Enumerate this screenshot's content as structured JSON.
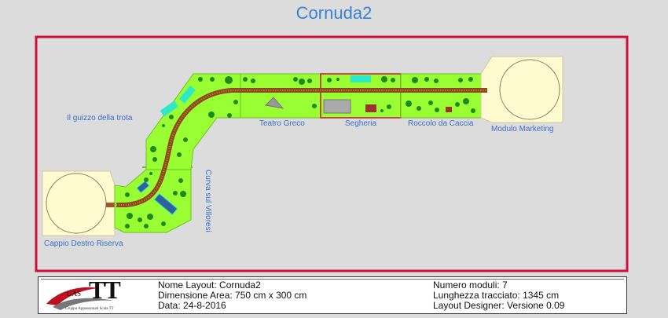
{
  "title": "Cornuda2",
  "modules": {
    "guizzo": "Il guizzo della trota",
    "teatro": "Teatro Greco",
    "segheria": "Segheria",
    "roccolo": "Roccolo da Caccia",
    "marketing": "Modulo Marketing",
    "curva": "Curva sul Villoresi",
    "cappio": "Cappio Destro Riserva"
  },
  "info": {
    "nome": "Nome Layout: Cornuda2",
    "dimensione": "Dimensione Area: 750 cm x 300 cm",
    "data": "Data: 24-8-2016",
    "numero": "Numero moduli: 7",
    "lunghezza": "Lunghezza tracciato: 1345 cm",
    "designer": "Layout Designer: Versione 0.09"
  },
  "logo": {
    "brand": "TT",
    "gas": "GAS",
    "subtitle": "Gruppo Appassionati Scala TT"
  },
  "colors": {
    "title": "#3a82d6",
    "area_border": "#d0103a",
    "module_fill": "#99ff33",
    "loop_fill": "#fffbd0",
    "track": "#9a5a2a",
    "tree": "#1e8a1e",
    "water": "#2ee8c8",
    "label": "#3a6fc8"
  }
}
